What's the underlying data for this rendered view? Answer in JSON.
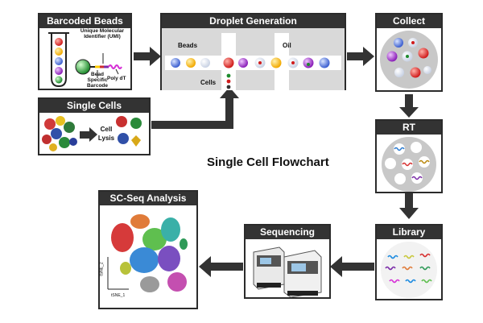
{
  "panels": {
    "barcoded_beads": {
      "title": "Barcoded Beads",
      "umi_label_line1": "Unique Molecular",
      "umi_label_line2": "Identifier (UMI)",
      "polydt_label": "Poly dT",
      "bead_label_line1": "Bead",
      "bead_label_line2": "Specific",
      "bead_label_line3": "Barcode"
    },
    "droplet_generation": {
      "title": "Droplet Generation",
      "beads_label": "Beads",
      "oil_label": "Oil",
      "cells_label": "Cells"
    },
    "collect": {
      "title": "Collect"
    },
    "single_cells": {
      "title": "Single Cells",
      "lysis_label_line1": "Cell",
      "lysis_label_line2": "Lysis"
    },
    "rt": {
      "title": "RT"
    },
    "sc_seq": {
      "title": "SC-Seq Analysis",
      "axis_y": "tSNE_2",
      "axis_x": "tSNE_1"
    },
    "sequencing": {
      "title": "Sequencing"
    },
    "library": {
      "title": "Library"
    }
  },
  "center_title": "Single Cell Flowchart",
  "colors": {
    "header": "#333333",
    "arrow": "#333333",
    "dish": "#c8c8c8"
  }
}
